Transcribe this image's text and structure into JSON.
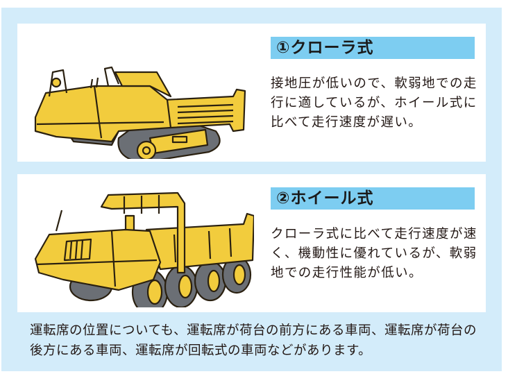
{
  "sections": [
    {
      "heading": "①クローラ式",
      "description": "接地圧が低いので、軟弱地での走行に適しているが、ホイール式に比べて走行速度が遅い。",
      "illustration": "crawler-dump-carrier-illustration"
    },
    {
      "heading": "②ホイール式",
      "description": "クローラ式に比べて走行速度が速く、機動性に優れているが、軟弱地での走行性能が低い。",
      "illustration": "wheeled-dump-carrier-illustration"
    }
  ],
  "footer": {
    "text": "運転席の位置についても、運転席が荷台の前方にある車両、運転席が荷台の後方にある車両、運転席が回転式の車両などがあります。"
  },
  "colors": {
    "outer_background": "#d3ecfa",
    "heading_bar": "#7dcdf1",
    "vehicle_body": "#f2cc3d",
    "track_tire": "#6b6f75",
    "outline": "#2a2010"
  }
}
